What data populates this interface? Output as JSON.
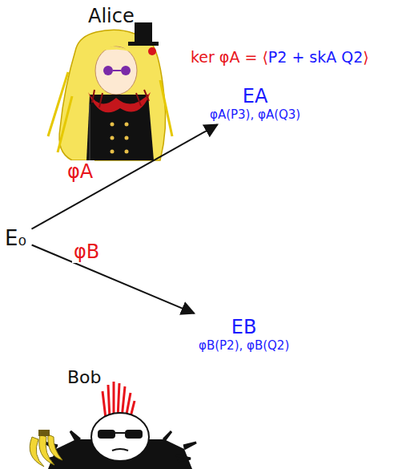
{
  "diagram": {
    "nodes": [
      {
        "text": [
          "E₀"
        ]
      },
      {
        "text": [
          "EA",
          "φA(P3), φA(Q3)"
        ]
      },
      {
        "text": [
          "EB",
          "φB(P2), φB(Q2)"
        ]
      }
    ],
    "edges": [
      {
        "from": 0,
        "to": 1,
        "label": "φA",
        "arrow": "to"
      },
      {
        "from": 0,
        "to": 2,
        "label": "φB",
        "arrow": "to"
      }
    ],
    "labels": [
      "Alice",
      "ker φA = ⟨",
      "P2 + skA Q2",
      "⟩",
      "Bob"
    ]
  }
}
